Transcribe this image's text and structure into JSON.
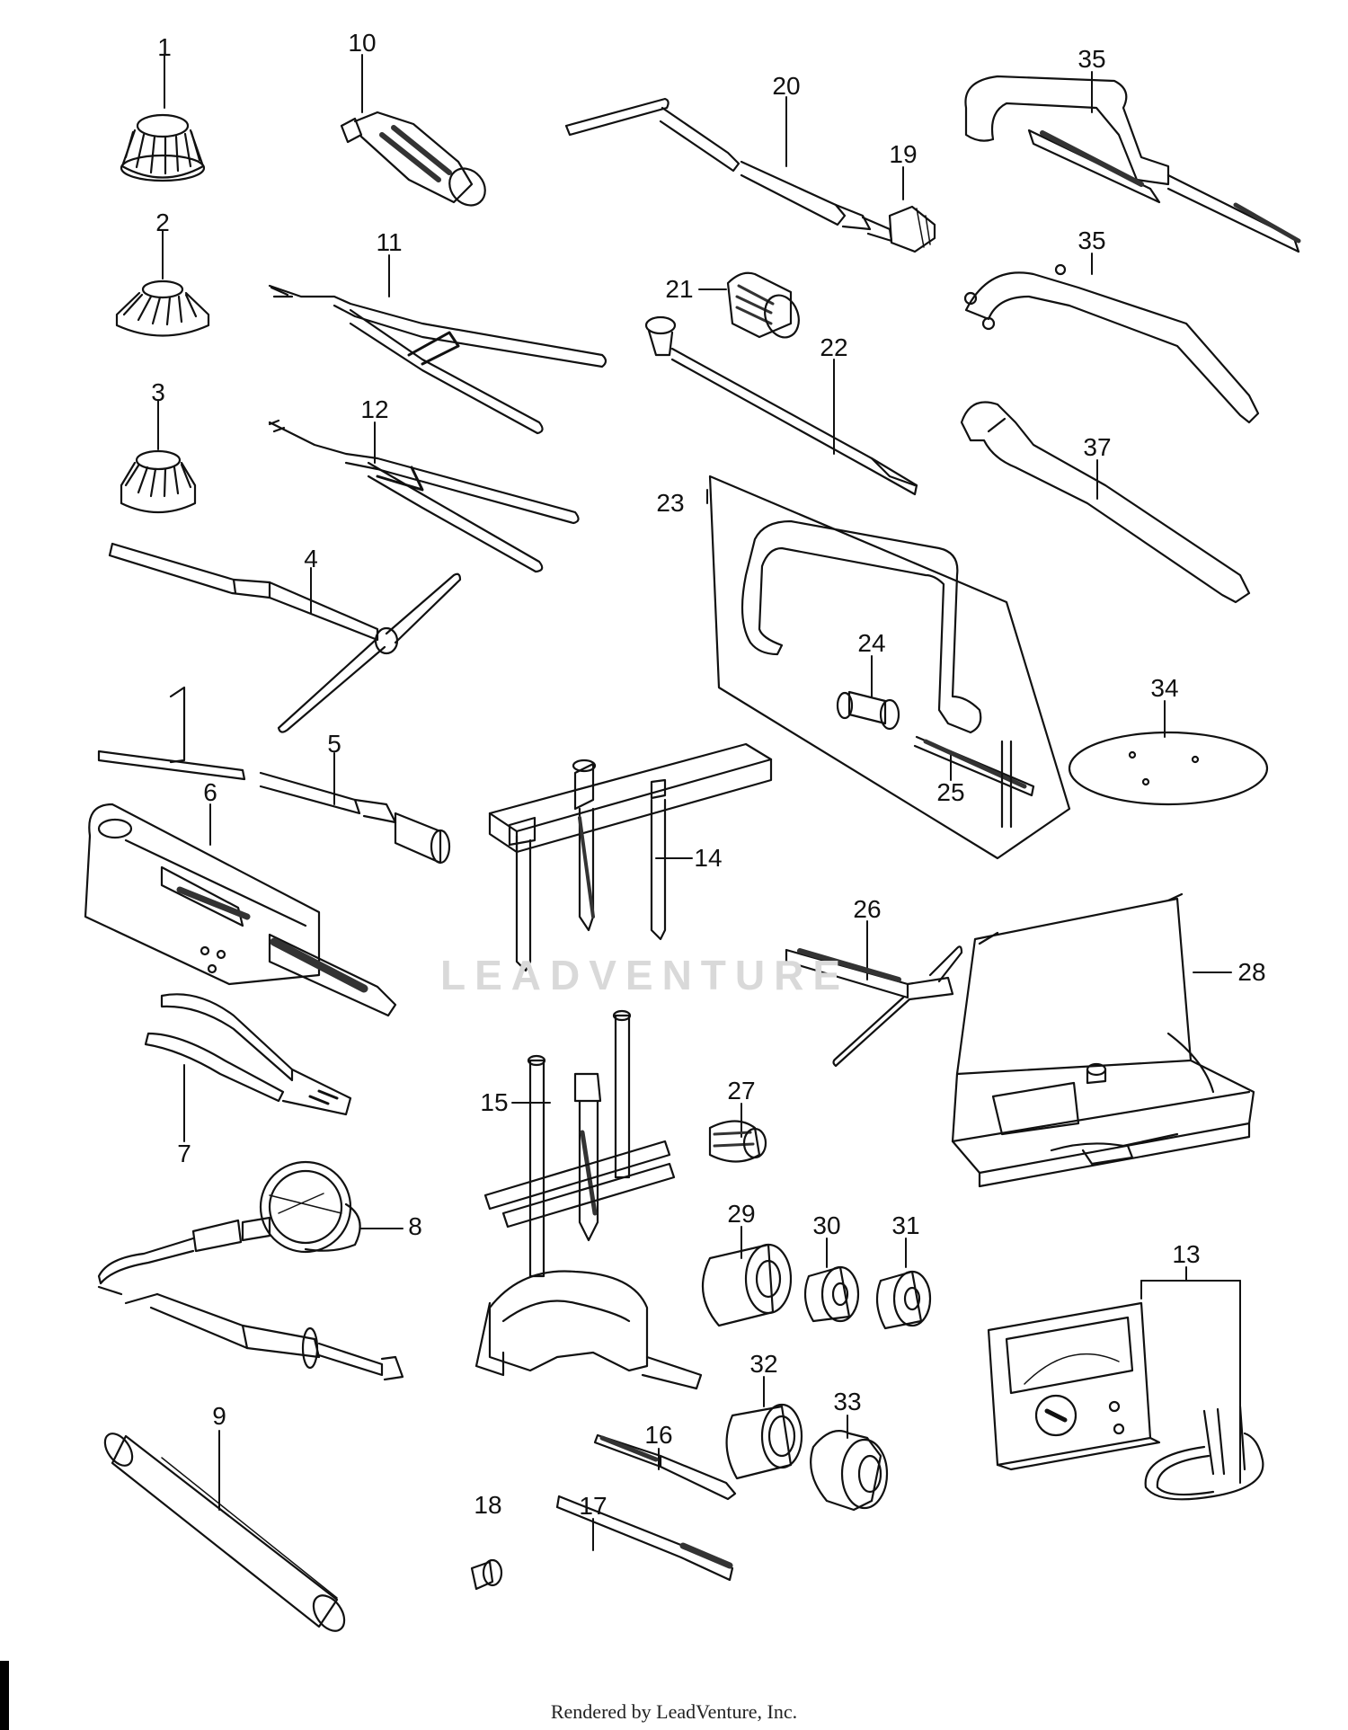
{
  "watermark": "LEADVENTURE",
  "footer": "Rendered by LeadVenture, Inc.",
  "callouts": [
    "1",
    "2",
    "3",
    "4",
    "5",
    "6",
    "7",
    "8",
    "9",
    "10",
    "11",
    "12",
    "13",
    "14",
    "15",
    "16",
    "17",
    "18",
    "19",
    "20",
    "21",
    "22",
    "23",
    "24",
    "25",
    "26",
    "27",
    "28",
    "29",
    "30",
    "31",
    "32",
    "33",
    "34",
    "35",
    "35",
    "37"
  ]
}
